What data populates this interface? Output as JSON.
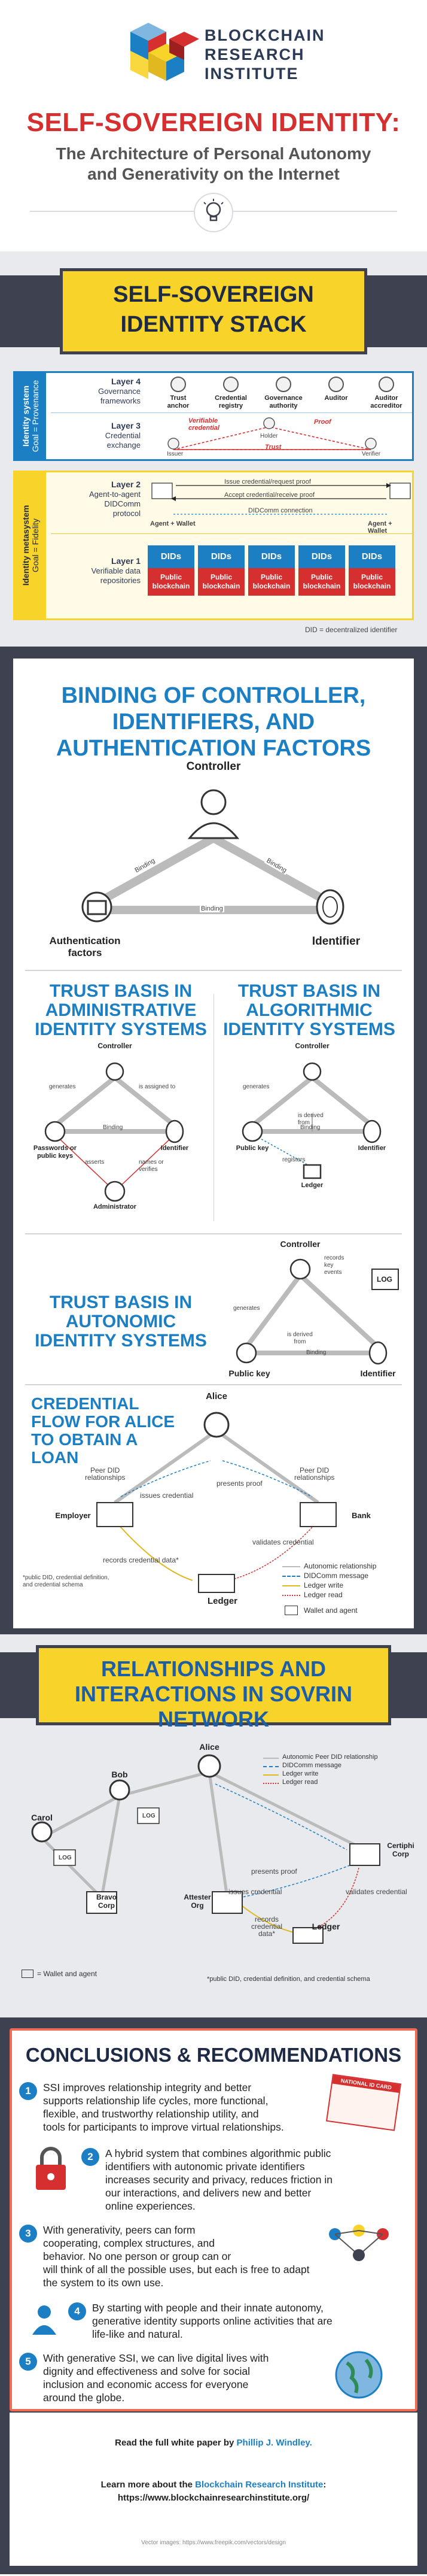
{
  "logo": {
    "line1": "BLOCKCHAIN",
    "line2": "RESEARCH",
    "line3": "INSTITUTE"
  },
  "header": {
    "title": "SELF-SOVEREIGN IDENTITY:",
    "subtitle_line1": "The Architecture of Personal Autonomy",
    "subtitle_line2": "and Generativity on the Internet"
  },
  "stack": {
    "title_line1": "SELF-SOVEREIGN",
    "title_line2": "IDENTITY STACK",
    "system_line1": "Identity system",
    "system_line2": "Goal = Provenance",
    "metasystem_line1": "Identity metasystem",
    "metasystem_line2": "Goal = Fidelity",
    "layer4": {
      "name": "Layer 4",
      "desc_line1": "Governance",
      "desc_line2": "frameworks",
      "roles": [
        {
          "line1": "Trust",
          "line2": "anchor"
        },
        {
          "line1": "Credential",
          "line2": "registry"
        },
        {
          "line1": "Governance",
          "line2": "authority"
        },
        {
          "line1": "Auditor",
          "line2": ""
        },
        {
          "line1": "Auditor",
          "line2": "accreditor"
        }
      ]
    },
    "layer3": {
      "name": "Layer 3",
      "desc_line1": "Credential",
      "desc_line2": "exchange",
      "vc_line1": "Verifiable",
      "vc_line2": "credential",
      "holder": "Holder",
      "proof": "Proof",
      "issuer": "Issuer",
      "verifier": "Verifier",
      "trust": "Trust"
    },
    "layer2": {
      "name": "Layer 2",
      "desc_line1": "Agent-to-agent",
      "desc_line2": "DIDComm",
      "desc_line3": "protocol",
      "issue": "Issue credential/request proof",
      "accept": "Accept credential/receive proof",
      "didcomm": "DIDComm connection",
      "agent_wallet": "Agent + Wallet"
    },
    "layer1": {
      "name": "Layer 1",
      "desc_line1": "Verifiable data",
      "desc_line2": "repositories",
      "did": "DIDs",
      "pb_line1": "Public",
      "pb_line2": "blockchain"
    },
    "did_note": "DID = decentralized identifier"
  },
  "binding": {
    "title_line1": "BINDING OF CONTROLLER,",
    "title_line2": "IDENTIFIERS, AND",
    "title_line3": "AUTHENTICATION FACTORS",
    "controller": "Controller",
    "auth_line1": "Authentication",
    "auth_line2": "factors",
    "identifier": "Identifier",
    "binding": "Binding"
  },
  "admin": {
    "title_line1": "TRUST BASIS IN",
    "title_line2": "ADMINISTRATIVE",
    "title_line3": "IDENTITY SYSTEMS",
    "controller": "Controller",
    "generates": "generates",
    "assigned": "is assigned to",
    "binding": "Binding",
    "pwd_line1": "Passwords or",
    "pwd_line2": "public keys",
    "identifier": "Identifier",
    "asserts": "asserts",
    "names_line1": "names or",
    "names_line2": "verifies",
    "administrator": "Administrator"
  },
  "algo": {
    "title_line1": "TRUST BASIS IN",
    "title_line2": "ALGORITHMIC",
    "title_line3": "IDENTITY SYSTEMS",
    "controller": "Controller",
    "generates": "generates",
    "derived_line1": "is derived",
    "derived_line2": "from",
    "binding": "Binding",
    "public_key": "Public key",
    "identifier": "Identifier",
    "registers": "registers",
    "ledger": "Ledger"
  },
  "auto": {
    "title_line1": "TRUST BASIS IN",
    "title_line2": "AUTONOMIC",
    "title_line3": "IDENTITY SYSTEMS",
    "controller": "Controller",
    "records_line1": "records",
    "records_line2": "key",
    "records_line3": "events",
    "log": "LOG",
    "generates": "generates",
    "derived_line1": "is derived",
    "derived_line2": "from",
    "binding": "Binding",
    "public_key": "Public key",
    "identifier": "Identifier"
  },
  "flow": {
    "title_line1": "CREDENTIAL",
    "title_line2": "FLOW FOR ALICE",
    "title_line3": "TO OBTAIN A LOAN",
    "alice": "Alice",
    "peer_line1": "Peer DID",
    "peer_line2": "relationships",
    "issues": "issues credential",
    "presents": "presents proof",
    "employer": "Employer",
    "bank": "Bank",
    "validates": "validates credential",
    "records": "records credential data*",
    "ledger": "Ledger",
    "note_line1": "*public DID, credential definition,",
    "note_line2": "and credential schema",
    "legend": [
      "Autonomic relationship",
      "DIDComm message",
      "Ledger write",
      "Ledger read"
    ],
    "wallet": "Wallet and agent"
  },
  "sovrin": {
    "title_line1": "RELATIONSHIPS AND",
    "title_line2": "INTERACTIONS IN SOVRIN",
    "title_line3": "NETWORK",
    "alice": "Alice",
    "bob": "Bob",
    "carol": "Carol",
    "log": "LOG",
    "bravo_line1": "Bravo",
    "bravo_line2": "Corp",
    "attester_line1": "Attester",
    "attester_line2": "Org",
    "certiphi_line1": "Certiphi",
    "certiphi_line2": "Corp",
    "presents": "presents proof",
    "issues": "issues credential",
    "validates": "validates credential",
    "records_line1": "records",
    "records_line2": "credential",
    "records_line3": "data*",
    "ledger": "Ledger",
    "legend": [
      "Autonomic Peer DID relationship",
      "DIDComm message",
      "Ledger write",
      "Ledger read"
    ],
    "wallet": "= Wallet and agent",
    "note": "*public DID, credential definition, and credential schema"
  },
  "conclusions": {
    "title": "CONCLUSIONS & RECOMMENDATIONS",
    "id_card": "NATIONAL ID CARD",
    "items": [
      {
        "n": "1",
        "lines": [
          "SSI improves relationship integrity and better",
          "supports relationship life cycles, more functional,",
          "flexible, and trustworthy relationship utility, and",
          "tools for participants to improve virtual relationships."
        ]
      },
      {
        "n": "2",
        "lines": [
          "A hybrid system that combines algorithmic public",
          "identifiers with autonomic private identifiers",
          "increases security and privacy, reduces friction in",
          "our interactions, and delivers new and better",
          "online experiences."
        ]
      },
      {
        "n": "3",
        "lines": [
          "With generativity, peers can form",
          "cooperating, complex structures, and",
          "behavior. No one person or group can or",
          "will think of all the possible uses, but each is free to adapt",
          "the system to its own use."
        ]
      },
      {
        "n": "4",
        "lines": [
          "By starting with people and their innate autonomy,",
          "generative identity supports online activities that are",
          "life-like and natural."
        ]
      },
      {
        "n": "5",
        "lines": [
          "With generative SSI, we can live digital lives with",
          "dignity and effectiveness and solve for social",
          "inclusion and economic access for everyone",
          "around the globe."
        ]
      }
    ]
  },
  "footer": {
    "read_prefix": "Read the full white paper by ",
    "author": "Phillip J. Windley.",
    "learn_prefix": "Learn more about the ",
    "bri": "Blockchain Research Institute",
    "learn_suffix": ":",
    "url": "https://www.blockchainresearchinstitute.org/",
    "credits": "Vector images: https://www.freepik.com/vectors/design"
  }
}
